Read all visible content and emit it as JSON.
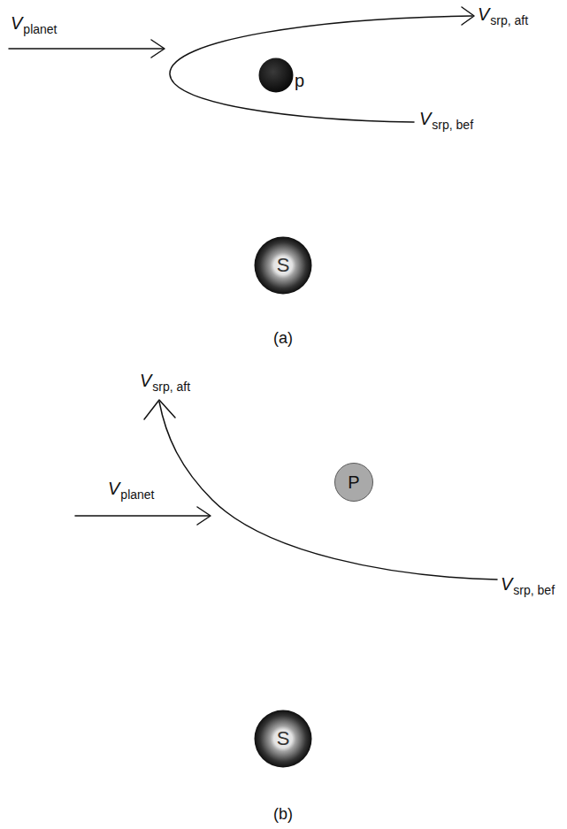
{
  "diagram": {
    "nodes": [
      {
        "text": [
          "p"
        ]
      },
      {
        "text": [
          "S"
        ]
      },
      {
        "text": [
          "P"
        ]
      },
      {
        "text": [
          "S"
        ]
      }
    ],
    "labels": [
      "Vplanet",
      "Vsrp, aft",
      "Vsrp, bef",
      "(a)",
      "Vsrp, aft",
      "Vplanet",
      "Vsrp, bef",
      "(b)"
    ]
  }
}
